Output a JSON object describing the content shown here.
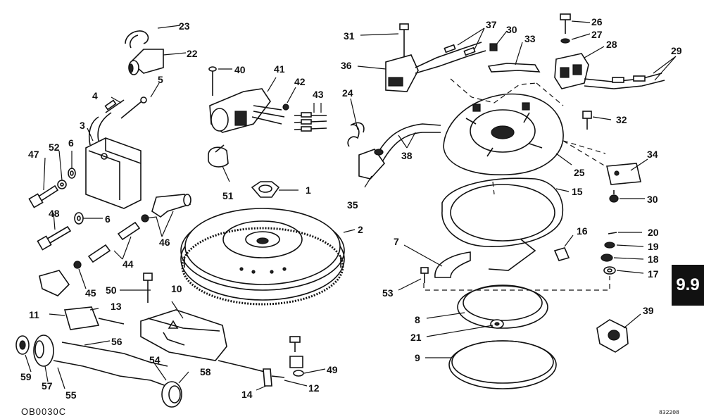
{
  "diagram": {
    "section_tab": "9.9",
    "drawing_code": "OB0030C",
    "print_code": "832208",
    "callouts": [
      "1",
      "2",
      "3",
      "4",
      "5",
      "6",
      "6",
      "7",
      "8",
      "9",
      "10",
      "11",
      "12",
      "13",
      "14",
      "15",
      "16",
      "17",
      "18",
      "19",
      "20",
      "21",
      "22",
      "23",
      "24",
      "25",
      "26",
      "27",
      "28",
      "29",
      "30",
      "30",
      "31",
      "32",
      "33",
      "34",
      "35",
      "36",
      "37",
      "38",
      "39",
      "40",
      "41",
      "42",
      "43",
      "44",
      "45",
      "46",
      "47",
      "48",
      "49",
      "50",
      "51",
      "52",
      "53",
      "54",
      "55",
      "56",
      "57",
      "58",
      "59"
    ]
  }
}
